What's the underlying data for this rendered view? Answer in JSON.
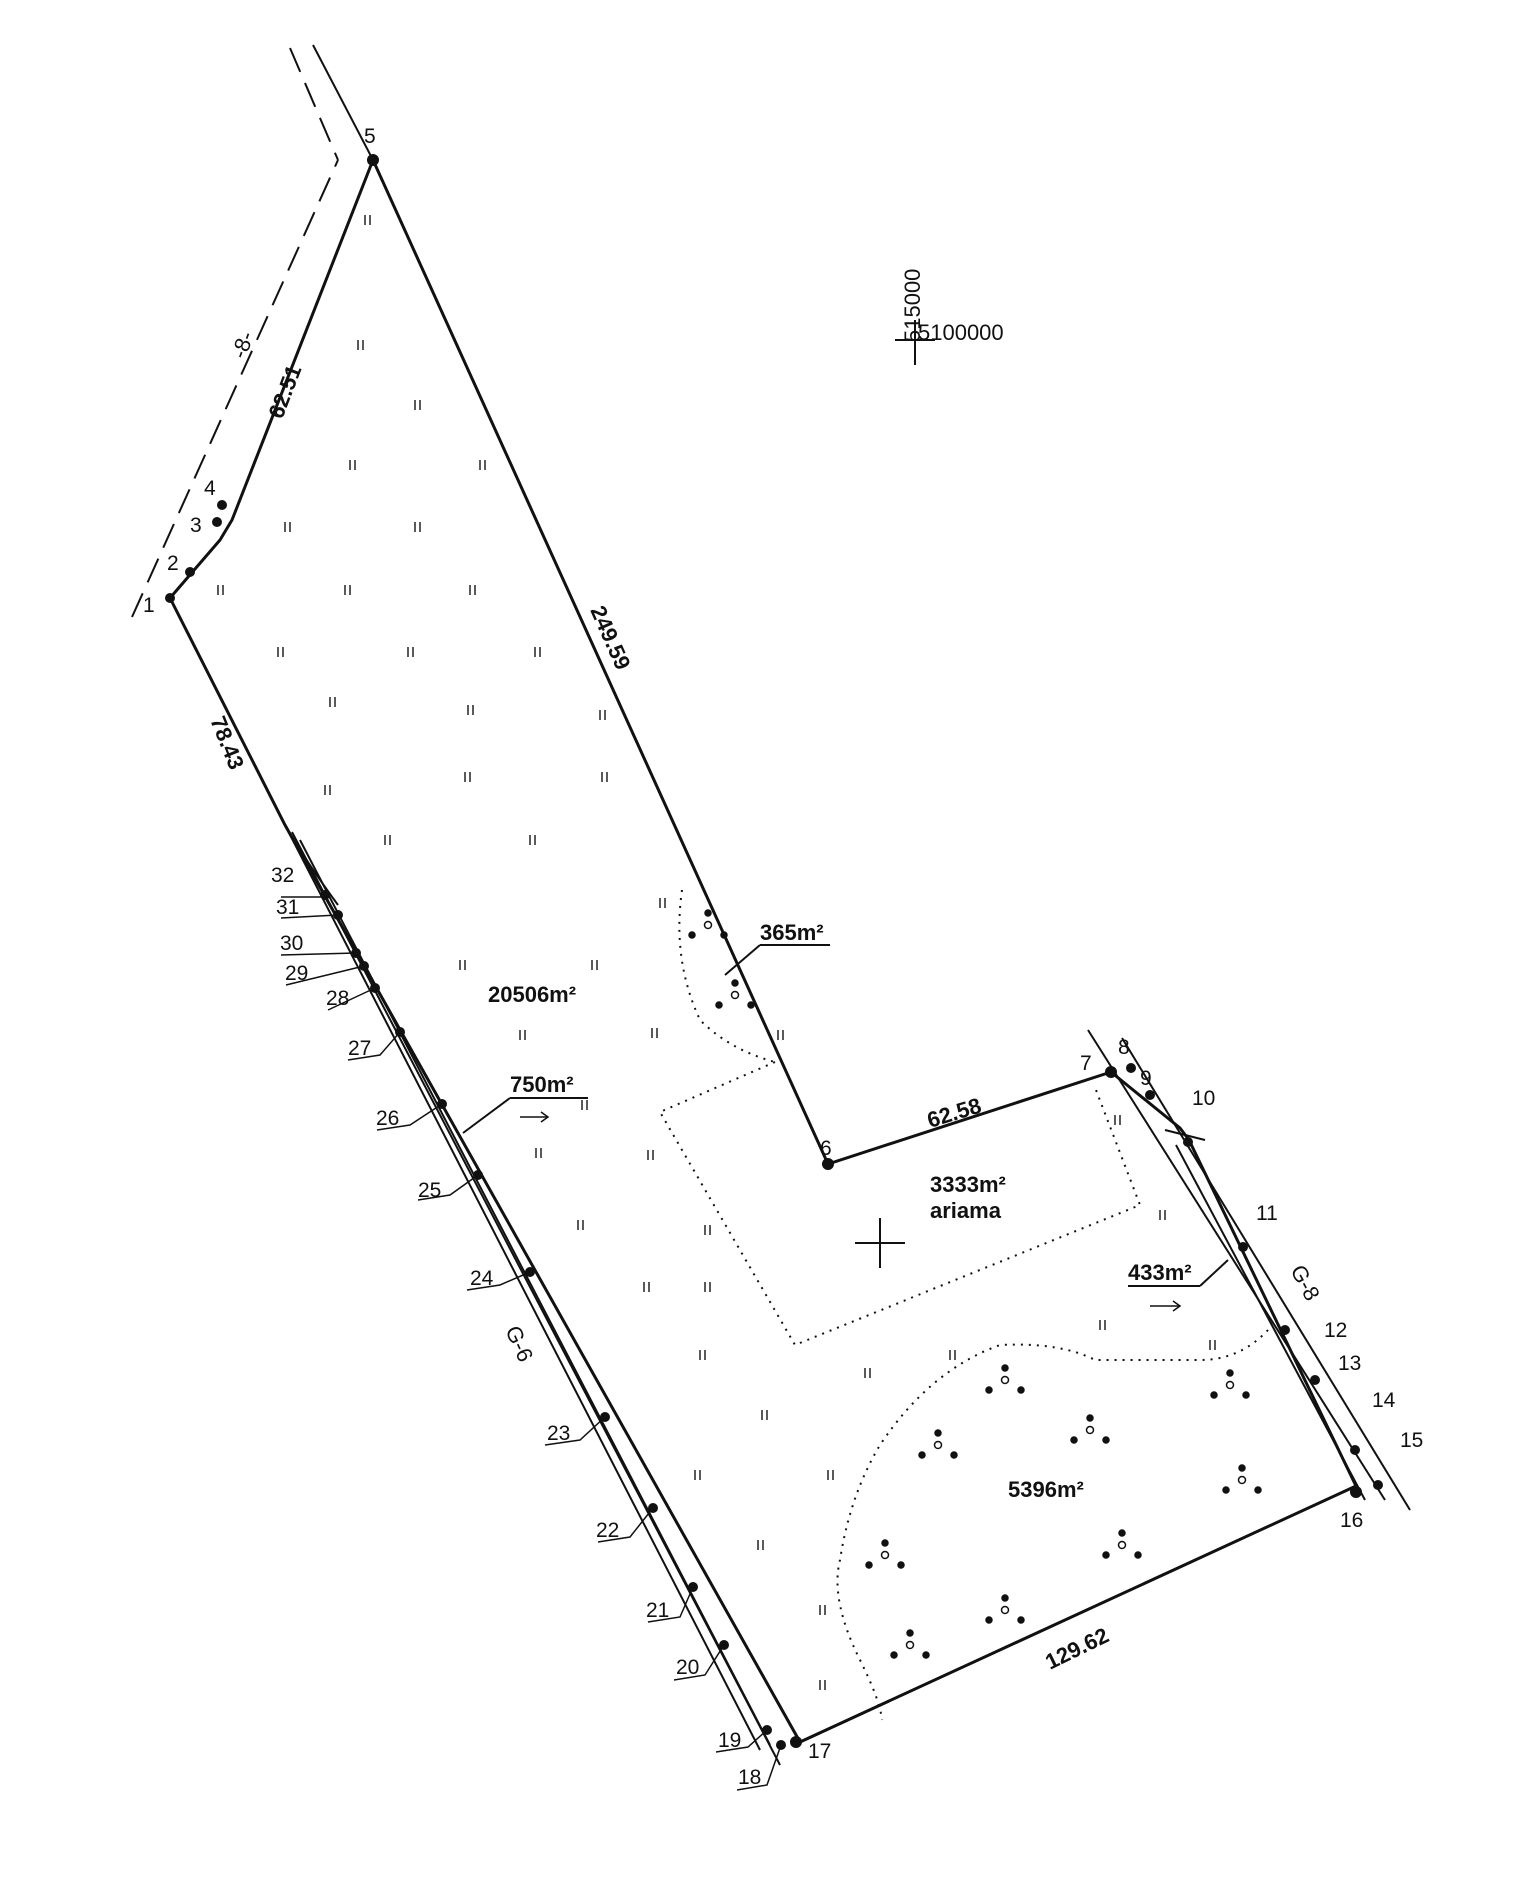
{
  "points": [
    "1",
    "2",
    "3",
    "4",
    "5",
    "6",
    "7",
    "8",
    "9",
    "10",
    "11",
    "12",
    "13",
    "14",
    "15",
    "16",
    "17",
    "18",
    "19",
    "20",
    "21",
    "22",
    "23",
    "24",
    "25",
    "26",
    "27",
    "28",
    "29",
    "30",
    "31",
    "32"
  ],
  "dimensions": {
    "d_1_to_4": "62.51",
    "d_5_to_6": "249.59",
    "d_1_to_32": "78.43",
    "d_6_to_7": "62.58",
    "d_16_to_17": "129.62"
  },
  "areas": {
    "main": "20506m²",
    "strip_left": "750m²",
    "orchard_small": "365m²",
    "yard": "3333m²",
    "yard_note": "ariama",
    "strip_right": "433m²",
    "orchard_large": "5396m²"
  },
  "roads": {
    "left": "G-6",
    "right": "G-8",
    "top": "-8-"
  },
  "coordinates": {
    "y": "515000",
    "x": "5100000"
  }
}
